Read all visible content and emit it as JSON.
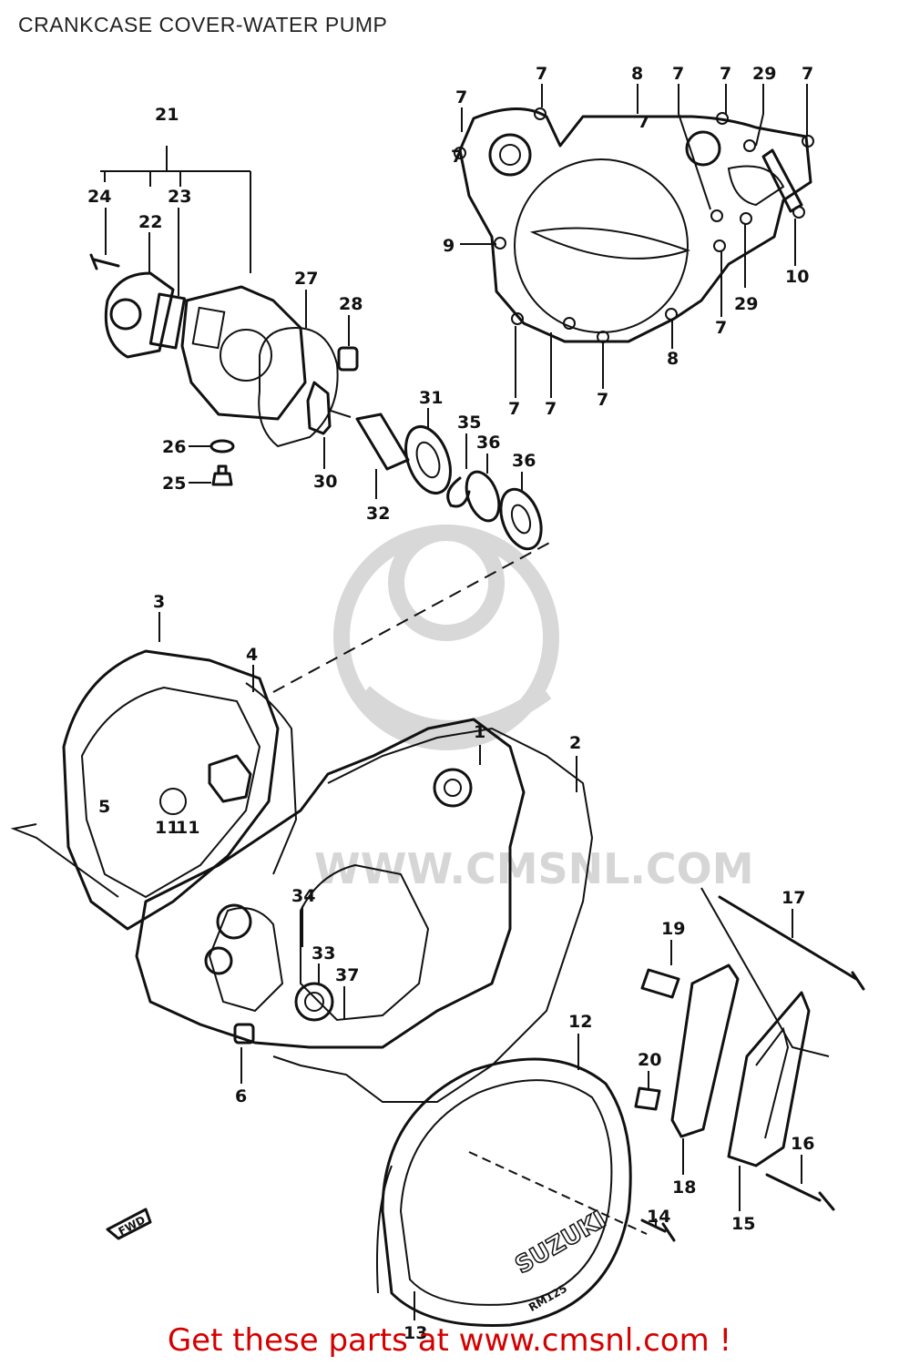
{
  "title": "CRANKCASE COVER-WATER PUMP",
  "footer": "Get these parts at www.cmsnl.com !",
  "accent_color": "#d40000",
  "watermark": {
    "text": "WWW.CMSNL.COM",
    "logo": "cmsnl-mascot-logo"
  },
  "cover_emblem": {
    "brand": "SUZUKI",
    "model": "RM125"
  },
  "fwd_label": "FWD",
  "callouts": [
    "1",
    "2",
    "3",
    "4",
    "5",
    "6",
    "7",
    "7",
    "7",
    "7",
    "7",
    "7",
    "7",
    "7",
    "7",
    "7",
    "7",
    "8",
    "8",
    "9",
    "10",
    "11",
    "12",
    "13",
    "14",
    "15",
    "16",
    "17",
    "18",
    "19",
    "20",
    "21",
    "22",
    "23",
    "24",
    "25",
    "26",
    "27",
    "28",
    "29",
    "29",
    "30",
    "31",
    "32",
    "33",
    "34",
    "35",
    "36",
    "36",
    "37"
  ]
}
